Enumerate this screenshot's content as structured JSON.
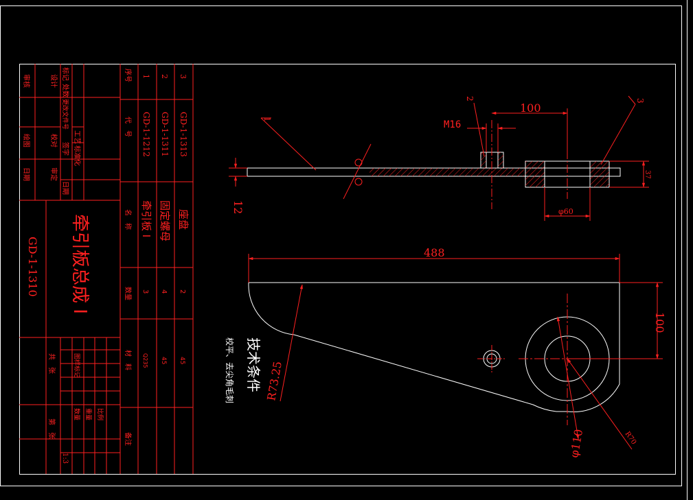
{
  "colors": {
    "background": "#000000",
    "red": "#ff2020",
    "white": "#ffffff"
  },
  "labels": {
    "balloon_1": "1",
    "balloon_2": "2",
    "balloon_3": "3",
    "dim_100_top": "100",
    "dim_m16": "M16",
    "dim_12": "12",
    "dim_37": "37",
    "dim_phi60": "φ60",
    "dim_488": "488",
    "dim_100_side": "100",
    "dim_r7325": "R73.25",
    "dim_phi110": "φ110",
    "dim_r_small": "R70"
  },
  "tech": {
    "title": "技术条件",
    "note": "校平、去尖角毛刺"
  },
  "title_block": {
    "drawing_no": "GD-1-1310",
    "part_name": "牵引板总成 I",
    "hdr_seq": "序号",
    "hdr_code": "代　号",
    "hdr_name": "名　称",
    "hdr_qty": "数量",
    "hdr_mat": "材　料",
    "hdr_note": "备注",
    "parts": [
      {
        "seq": "1",
        "code": "GD-1-1212",
        "name": "牵引板 I",
        "qty": "3",
        "mat": "Q235"
      },
      {
        "seq": "2",
        "code": "GD-1-1311",
        "name": "固定螺母",
        "qty": "4",
        "mat": "45"
      },
      {
        "seq": "3",
        "code": "GD-1-1313",
        "name": "座盘",
        "qty": "2",
        "mat": "45"
      }
    ],
    "sign_col1": [
      "审核",
      "绘图",
      "日期"
    ],
    "sign_col2": [
      "设计",
      "校对",
      "审定"
    ],
    "sign_col3": [
      "标记",
      "处数",
      "更改文件号",
      "签字",
      "日期"
    ],
    "sign_col4": [
      "工艺",
      "标准化"
    ],
    "stage_mark": "图样标记",
    "weight": "重量",
    "scale_label": "比例",
    "scale_value": "1:3",
    "qty_label": "数量",
    "sheet_total": "共　张",
    "sheet_no": "第　张"
  }
}
